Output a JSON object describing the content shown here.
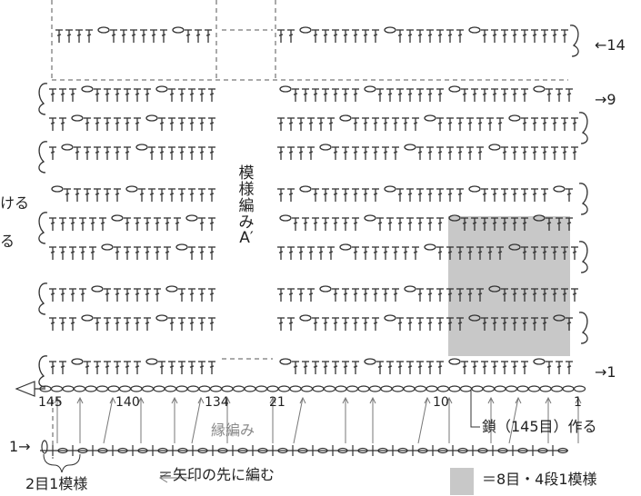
{
  "row_labels": {
    "r14": "←14",
    "r9": "→9",
    "r1": "→1",
    "r0": "1→"
  },
  "center_label": "模様編みA′",
  "left_cut_text": [
    "ける",
    "る"
  ],
  "stitch_numbers": {
    "n145": "145",
    "n140": "140",
    "n134": "134",
    "n21": "21",
    "n10": "10",
    "n1": "1"
  },
  "edge_label": "縁編み",
  "chain_note": "鎖（145目）作る",
  "repeat_2": "2目1模様",
  "arrow_legend": "＝矢印の先に編む",
  "gray_legend": "＝8目・4段1模様",
  "colors": {
    "line": "#333333",
    "grid": "#555555",
    "shade": "#c8c8c8",
    "muted": "#888888"
  }
}
